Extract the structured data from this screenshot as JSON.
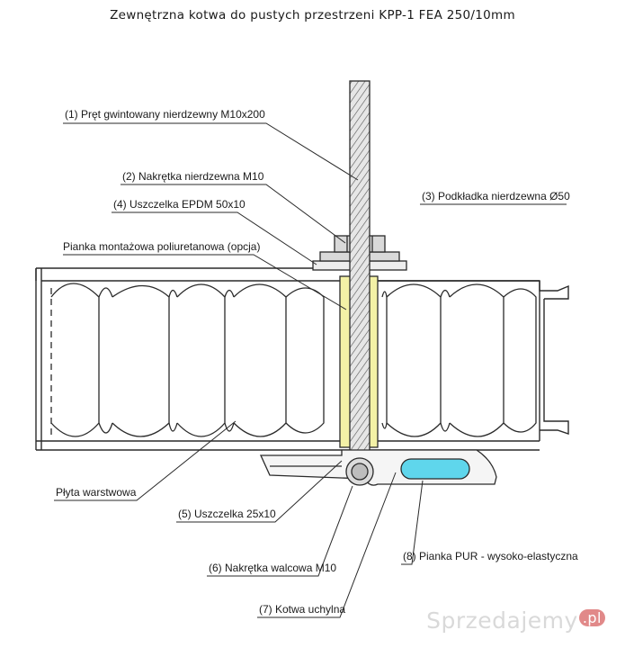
{
  "title": "Zewnętrzna kotwa do pustych przestrzeni KPP-1 FEA 250/10mm",
  "labels": {
    "rod": "(1) Pręt gwintowany nierdzewny M10x200",
    "nut": "(2) Nakrętka nierdzewna M10",
    "washer": "(3) Podkładka nierdzewna Ø50",
    "epdm": "(4) Uszczelka EPDM 50x10",
    "foam_optional": "Pianka montażowa poliuretanowa (opcja)",
    "panel": "Płyta warstwowa",
    "seal": "(5) Uszczelka 25x10",
    "barrel_nut": "(6) Nakrętka walcowa M10",
    "anchor": "(7) Kotwa uchylna",
    "pur_foam": "(8) Pianka PUR - wysoko-elastyczna"
  },
  "watermark": {
    "text": "Sprzedajemy",
    "badge": ".pl"
  },
  "colors": {
    "line": "#2a2a2a",
    "foam_fill": "#f3f1a6",
    "pur_fill": "#5fd6ec",
    "metal": "#d9d9d9"
  }
}
